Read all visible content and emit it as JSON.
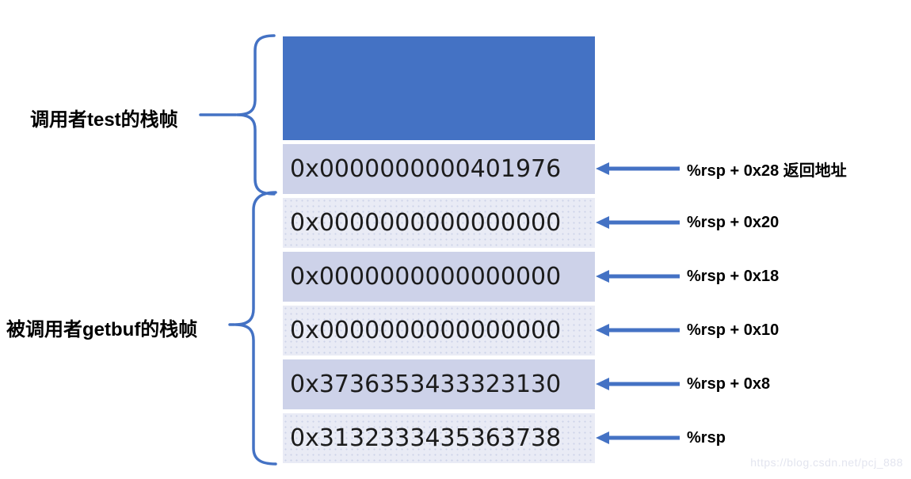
{
  "left_labels": {
    "caller": "调用者test的栈帧",
    "callee": "被调用者getbuf的栈帧"
  },
  "stack": {
    "rows": [
      {
        "value": "0x0000000000401976",
        "annotation": "%rsp + 0x28 返回地址",
        "shade": "solid"
      },
      {
        "value": "0x0000000000000000",
        "annotation": "%rsp + 0x20",
        "shade": "dotted"
      },
      {
        "value": "0x0000000000000000",
        "annotation": "%rsp + 0x18",
        "shade": "solid"
      },
      {
        "value": "0x0000000000000000",
        "annotation": "%rsp + 0x10",
        "shade": "dotted"
      },
      {
        "value": "0x3736353433323130",
        "annotation": "%rsp + 0x8",
        "shade": "solid"
      },
      {
        "value": "0x3132333435363738",
        "annotation": "%rsp",
        "shade": "dotted"
      }
    ]
  },
  "colors": {
    "accent_blue": "#4472C4",
    "row_solid": "#CDD2E9",
    "row_dotted_base": "#E9EBF5",
    "row_dot": "#CCD2E8",
    "text": "#000000",
    "watermark": "#E3E5EF"
  },
  "icons": {
    "arrow": "left-arrow",
    "brace": "curly-brace"
  },
  "watermark": "https://blog.csdn.net/pcj_888"
}
